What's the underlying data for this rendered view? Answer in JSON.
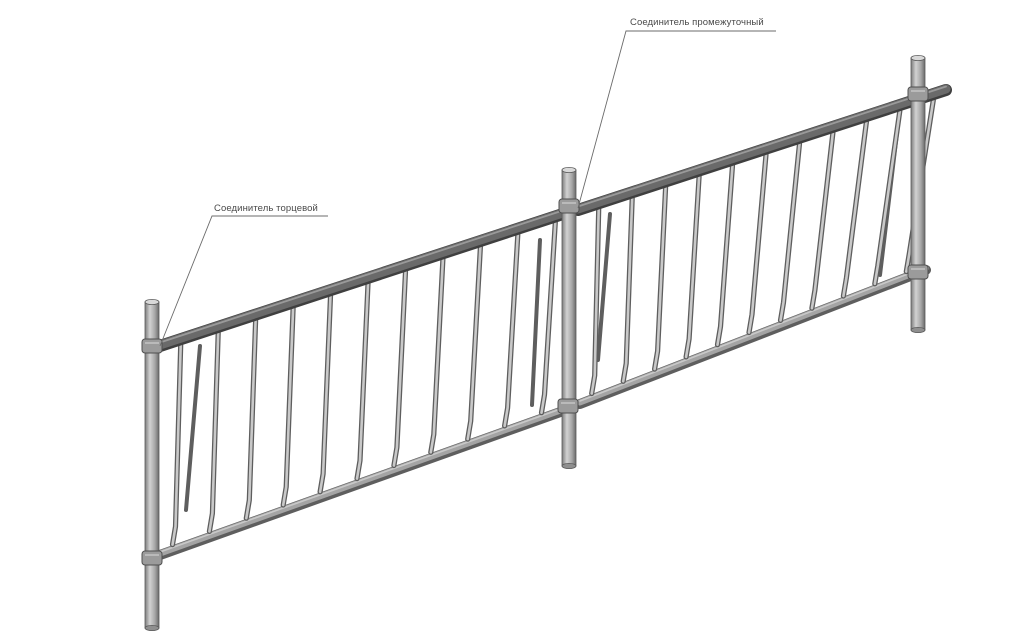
{
  "diagram": {
    "callouts": [
      {
        "id": "end-connector",
        "label": "Соединитель торцевой"
      },
      {
        "id": "intermediate-connector",
        "label": "Соединитель промежуточный"
      }
    ],
    "colors": {
      "background": "#ffffff",
      "steel_light": "#c9c9c9",
      "steel_mid": "#a4a4a4",
      "steel_dark": "#5e5e5e",
      "top_rail": "#6a6a6a",
      "leader_line": "#6b6b6b",
      "label_text": "#4a4a4a"
    }
  }
}
